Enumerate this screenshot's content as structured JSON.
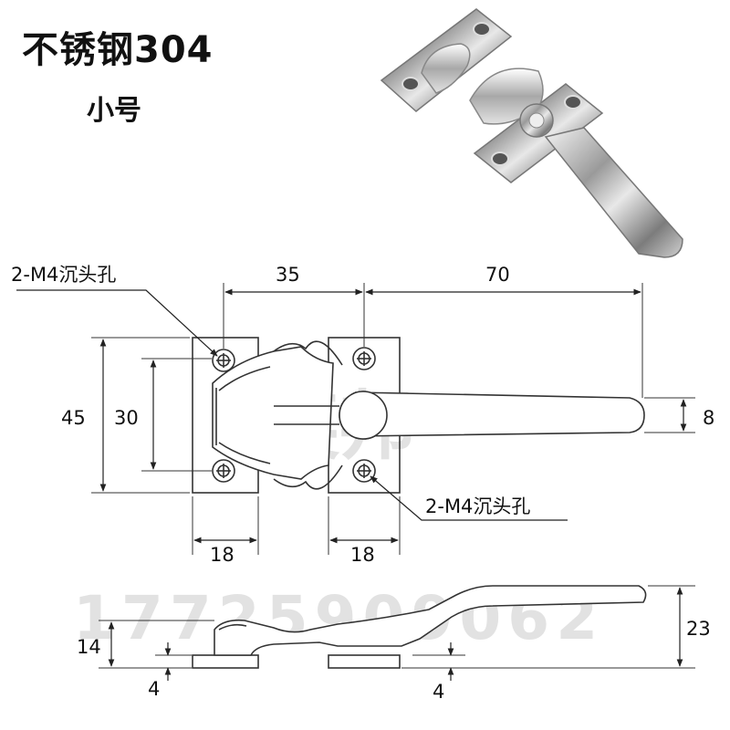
{
  "title": "不锈钢304",
  "subtitle": "小号",
  "watermark": {
    "brand": "英邦",
    "phone": "17725909062"
  },
  "callouts": {
    "top_hole": "2-M4沉头孔",
    "bottom_hole": "2-M4沉头孔"
  },
  "dimensions": {
    "spacing": "35",
    "handle_length": "70",
    "overall_height": "45",
    "hole_spacing": "30",
    "handle_width": "8",
    "base_left_width": "18",
    "base_right_width": "18",
    "side_height": "14",
    "plate_thickness_left": "4",
    "plate_thickness_right": "4",
    "total_height": "23"
  },
  "colors": {
    "line": "#333333",
    "text": "#111111",
    "watermark": "#d6d6d6"
  }
}
